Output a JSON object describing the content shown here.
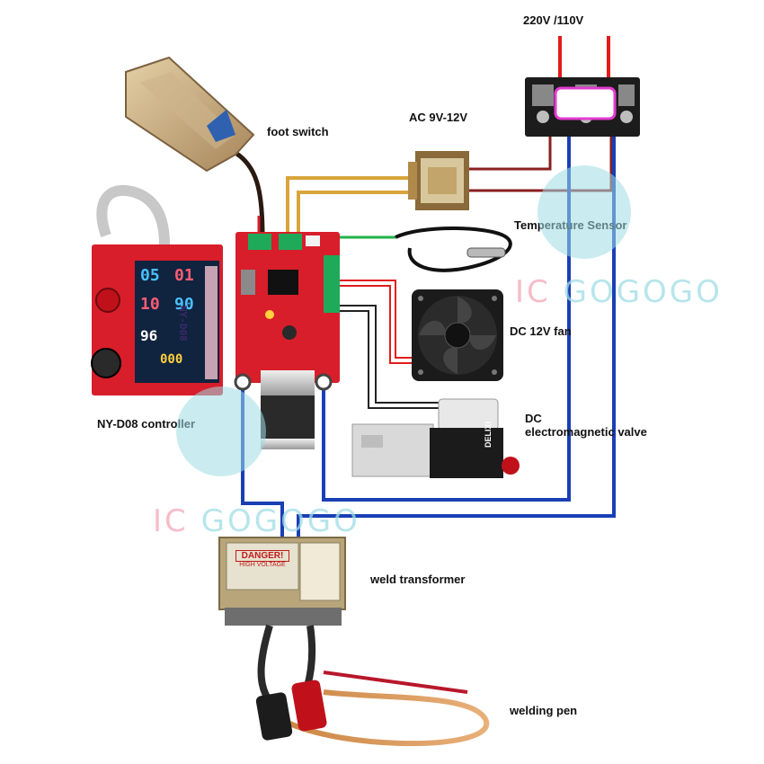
{
  "labels": {
    "mains": "220V /110V",
    "foot_switch": "foot switch",
    "ac_supply": "AC 9V-12V",
    "temp_sensor": "Temperature Sensor",
    "fan": "DC 12V fan",
    "valve_line1": "DC",
    "valve_line2": "electromagnetic valve",
    "controller": "NY-D08 controller",
    "weld_transformer": "weld transformer",
    "welding_pen": "welding pen"
  },
  "controller_display": {
    "model_text": "NY-D08",
    "values": [
      "05",
      "01",
      "10",
      "90",
      "000",
      "96"
    ]
  },
  "weld_transformer_plate": {
    "warning": "DANGER!",
    "warning_sub": "HIGH VOLTAGE"
  },
  "valve_brand": "DELIXI",
  "watermark": {
    "prefix": "IC",
    "suffix": "GOGOGO"
  },
  "colors": {
    "mains_wire": "#e21b1b",
    "ac_wire": "#8a1f1f",
    "signal_wire": "#d9a53a",
    "sensor_wire": "#20b34a",
    "output_wire": "#1a3fb5",
    "board_red": "#d81e2a",
    "lcd_bg": "#10233f"
  }
}
